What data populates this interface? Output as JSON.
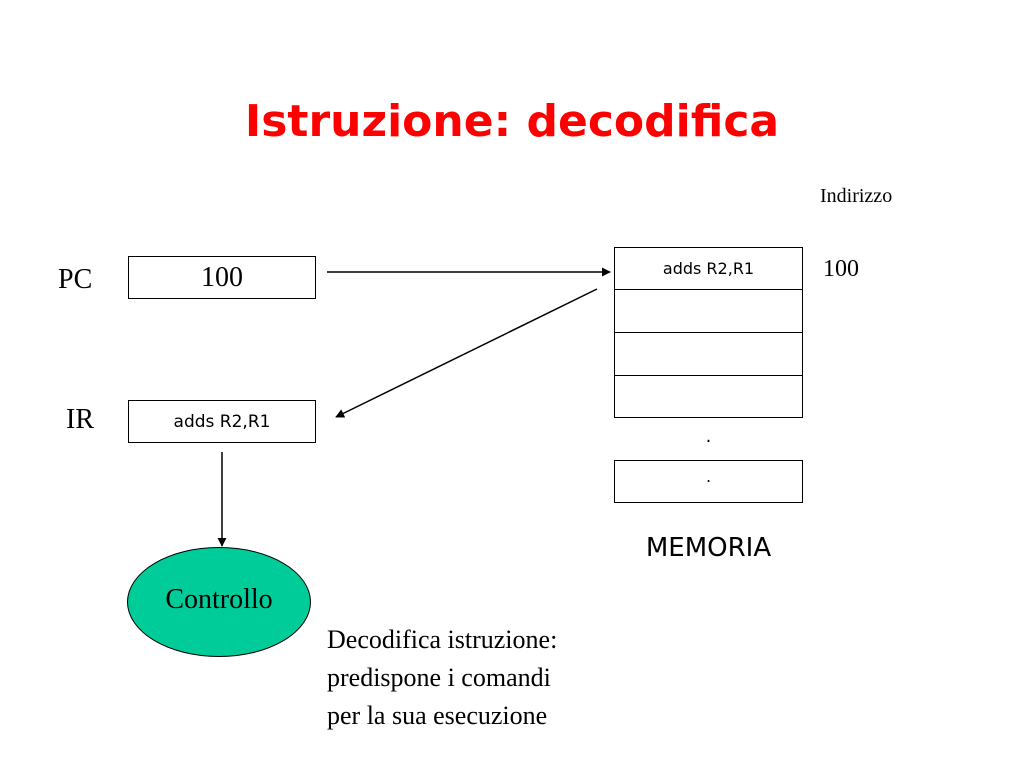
{
  "title": "Istruzione: decodifica",
  "pc": {
    "label": "PC",
    "value": "100"
  },
  "ir": {
    "label": "IR",
    "value": "adds R2,R1"
  },
  "control": {
    "label": "Controllo"
  },
  "memory": {
    "address_header": "Indirizzo",
    "address": "100",
    "cells": [
      "adds R2,R1",
      "",
      "",
      ""
    ],
    "ellipsis": ".",
    "last_cell": ".",
    "label": "MEMORIA"
  },
  "description": {
    "lines": [
      "Decodifica istruzione:",
      "predispone i comandi",
      "per la sua esecuzione"
    ]
  }
}
